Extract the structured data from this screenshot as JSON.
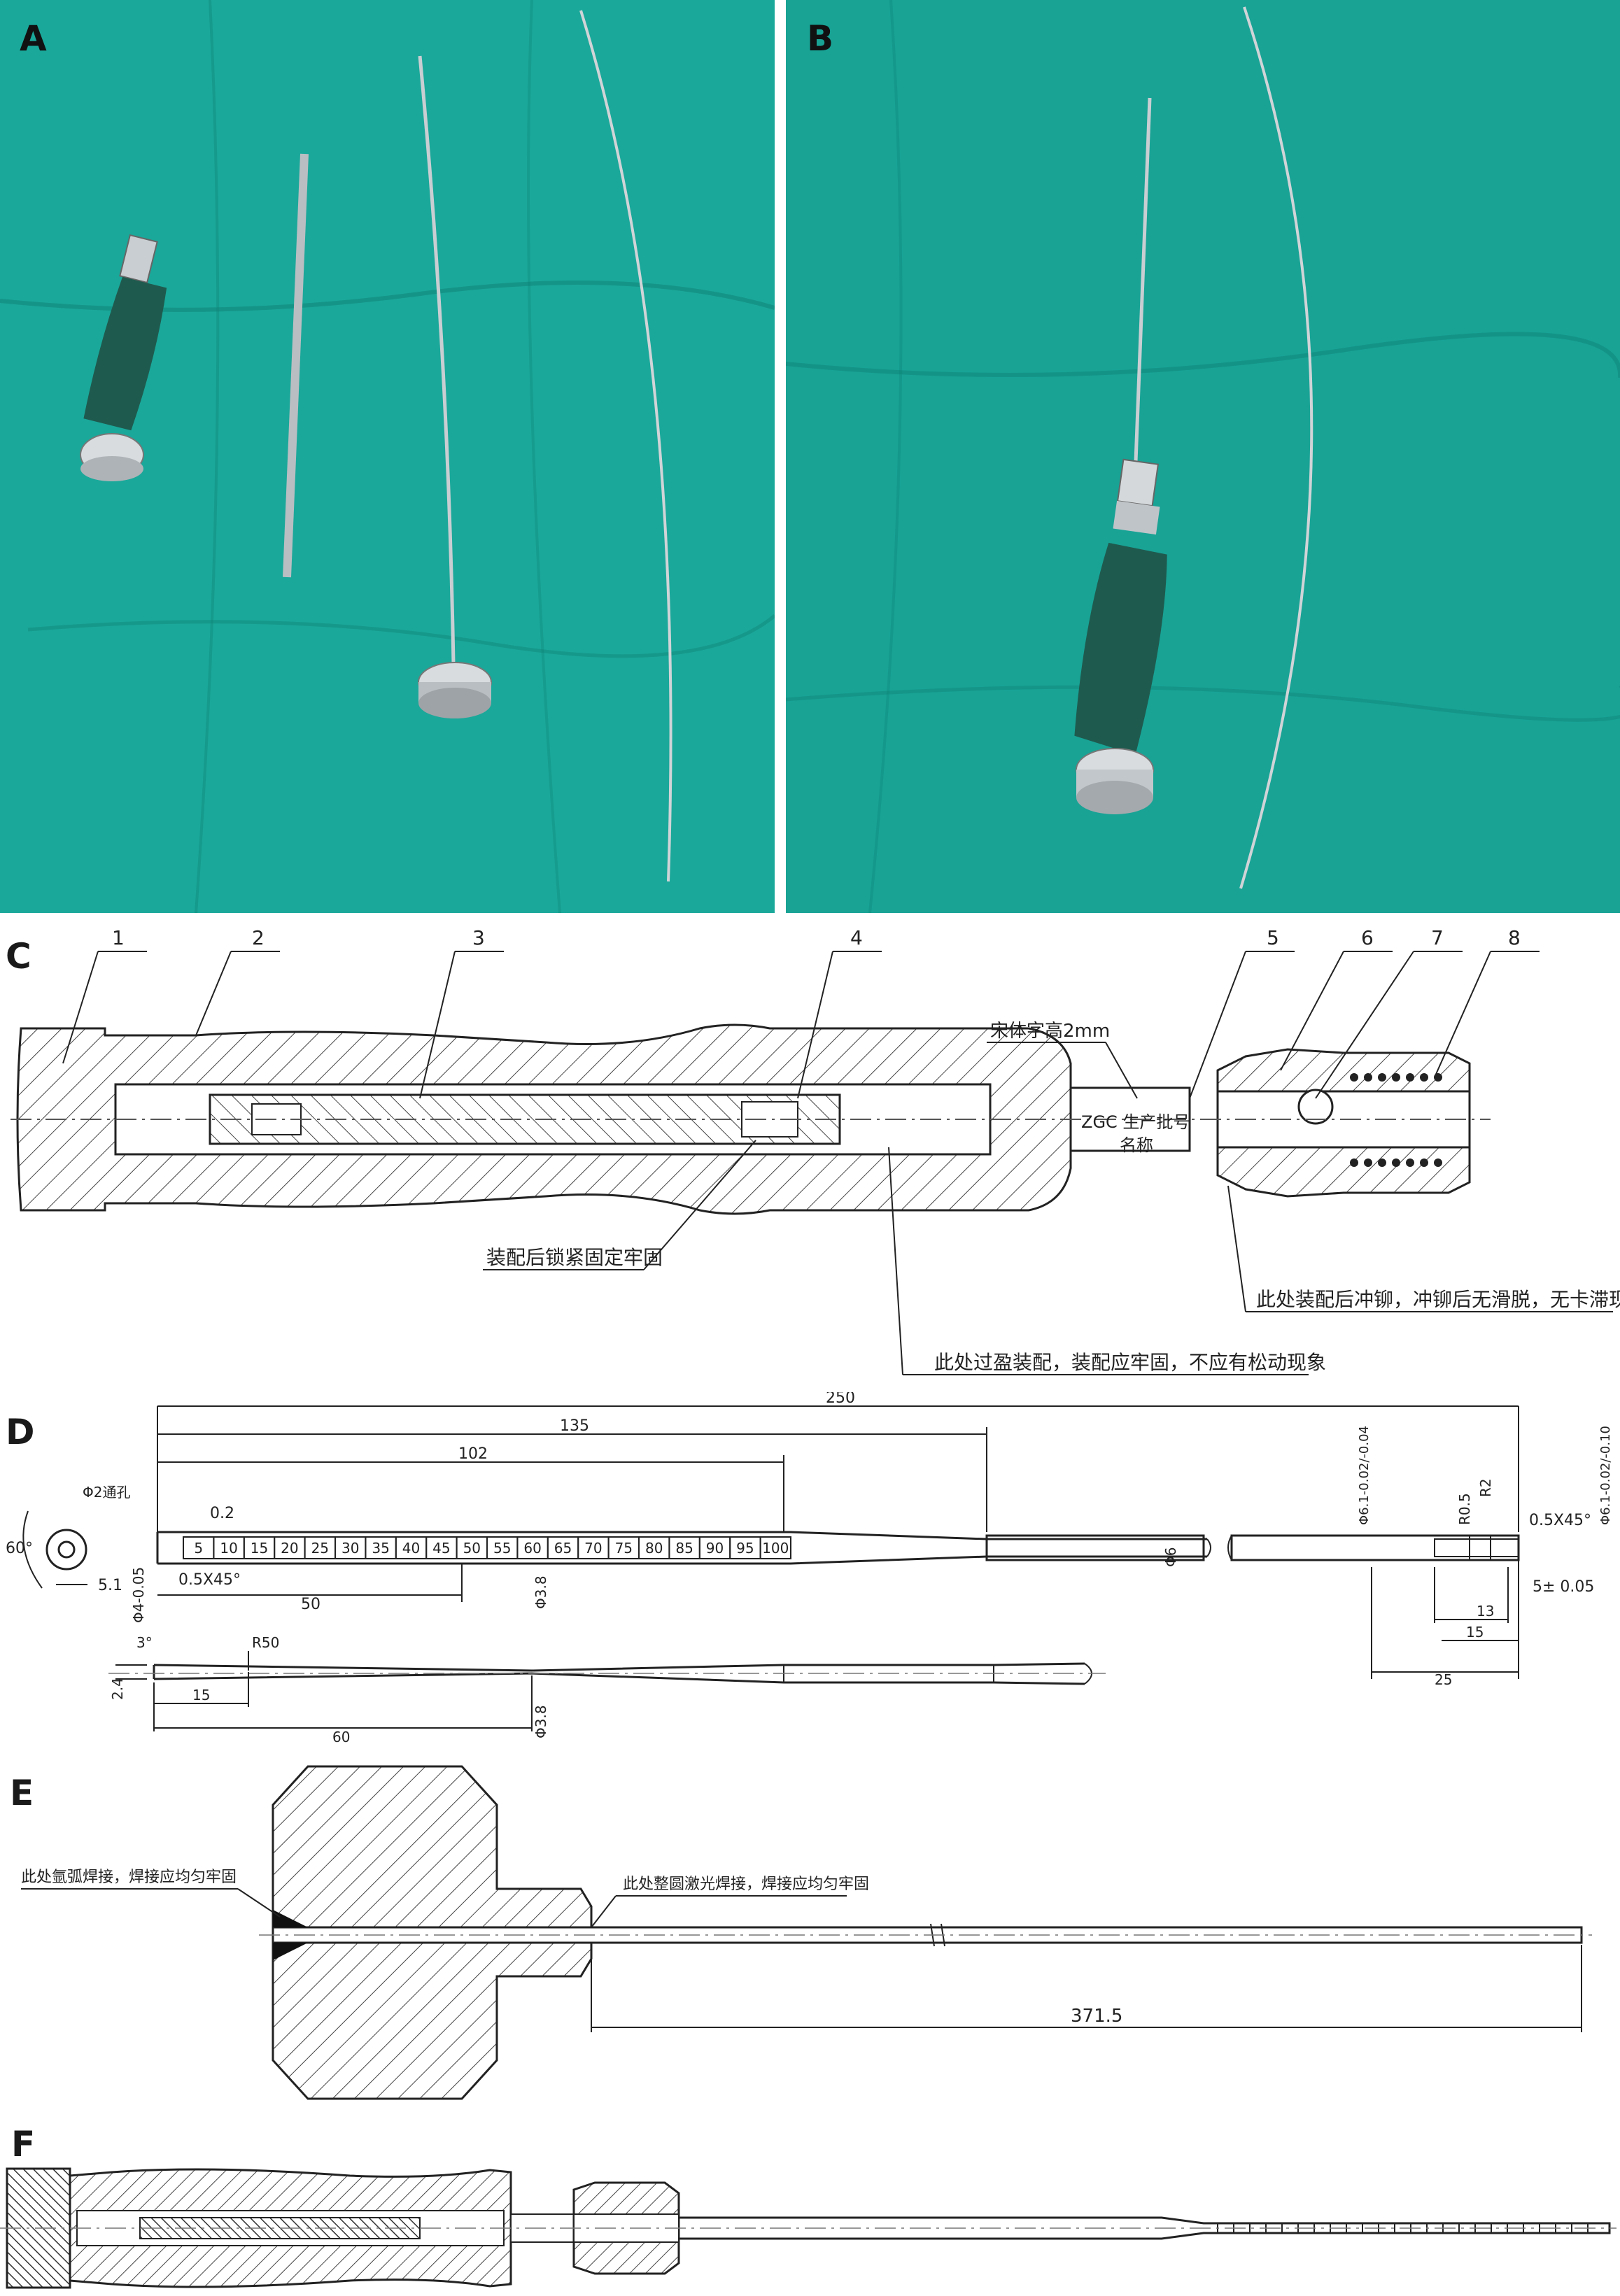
{
  "panels": {
    "a": {
      "label": "A"
    },
    "b": {
      "label": "B"
    },
    "c": {
      "label": "C"
    },
    "d": {
      "label": "D"
    },
    "e": {
      "label": "E"
    },
    "f": {
      "label": "F"
    }
  },
  "colors": {
    "drape": "#1aa89a",
    "drape_dark": "#0e8073",
    "metal": "#c9ced2",
    "grip": "#1f5a4e",
    "line": "#333333"
  },
  "panel_c": {
    "part_numbers": [
      "1",
      "2",
      "3",
      "4",
      "5",
      "6",
      "7",
      "8"
    ],
    "note_font": "宋体字高2mm",
    "engraving_line1": "ZGC 生产批号",
    "engraving_line2": "名称",
    "note_lock": "装配后锁紧固定牢固",
    "note_interference": "此处过盈装配，装配应牢固，不应有松动现象",
    "note_rivet": "此处装配后冲铆，冲铆后无滑脱，无卡滞现象"
  },
  "panel_d": {
    "dim_250": "250",
    "dim_135": "135",
    "dim_102": "102",
    "dim_0_2": "0.2",
    "dim_chamfer_left": "0.5X45°",
    "dim_50": "50",
    "dim_d38": "Φ3.8",
    "dim_d4": "Φ4-0.05",
    "dim_d6": "Φ6",
    "dim_d6_tol": "Φ6.1-0.02/-0.04",
    "dim_r05": "R0.5",
    "dim_r2": "R2",
    "dim_chamfer_right": "0.5X45°",
    "dim_d6_tol2": "Φ6.1-0.02/-0.10",
    "dim_5": "5± 0.05",
    "dim_13": "13",
    "dim_15": "15",
    "dim_25": "25",
    "dim_60deg": "60°",
    "dim_d2": "Φ2通孔",
    "dim_5_1": "5.1",
    "scale_marks": [
      "5",
      "10",
      "15",
      "20",
      "25",
      "30",
      "35",
      "40",
      "45",
      "50",
      "55",
      "60",
      "65",
      "70",
      "75",
      "80",
      "85",
      "90",
      "95",
      "100"
    ],
    "lower_3deg": "3°",
    "lower_r50": "R50",
    "lower_2_4": "2.4",
    "lower_15": "15",
    "lower_60": "60",
    "lower_d38": "Φ3.8"
  },
  "panel_e": {
    "note_argon": "此处氩弧焊接，焊接应均匀牢固",
    "note_laser": "此处整圆激光焊接，焊接应均匀牢固",
    "dim_length": "371.5"
  }
}
